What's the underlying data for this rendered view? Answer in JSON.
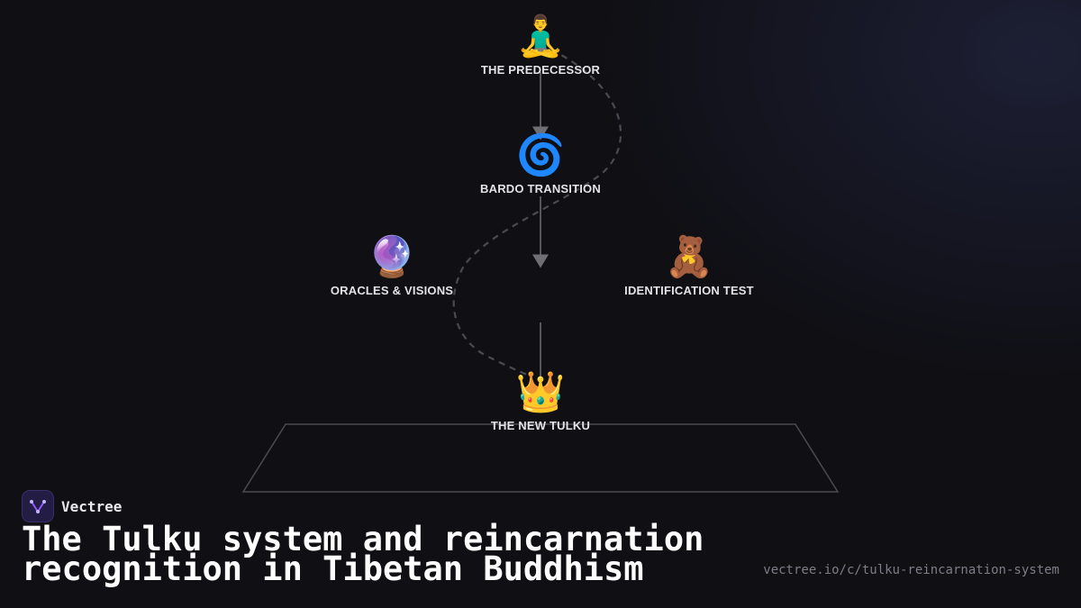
{
  "nodes": [
    {
      "emoji": "🧘‍♂️",
      "label": "THE PREDECESSOR"
    },
    {
      "emoji": "🌀",
      "label": "BARDO TRANSITION"
    },
    {
      "emoji": "🔮",
      "label": "ORACLES & VISIONS"
    },
    {
      "emoji": "🧸",
      "label": "IDENTIFICATION TEST"
    },
    {
      "emoji": "👑",
      "label": "THE NEW TULKU"
    }
  ],
  "brand": {
    "name": "Vectree"
  },
  "title": "The Tulku system and reincarnation recognition in Tibetan Buddhism",
  "url": "vectree.io/c/tulku-reincarnation-system",
  "colors": {
    "background": "#0f0f14",
    "connector": "#7a7a80",
    "dashed_path": "#4a4a52",
    "label": "#e4e4e8",
    "brand_accent": "#8b5cf6"
  }
}
